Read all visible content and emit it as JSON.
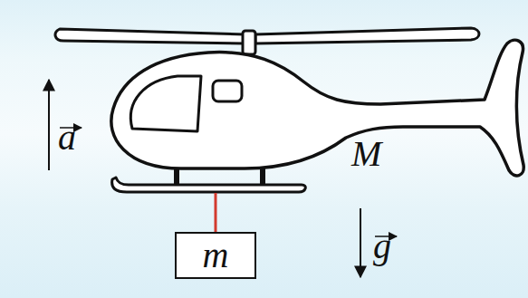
{
  "diagram": {
    "nodes": [
      {
        "text": [
          "m"
        ]
      }
    ],
    "labels": [
      "a",
      "M",
      "g"
    ]
  }
}
